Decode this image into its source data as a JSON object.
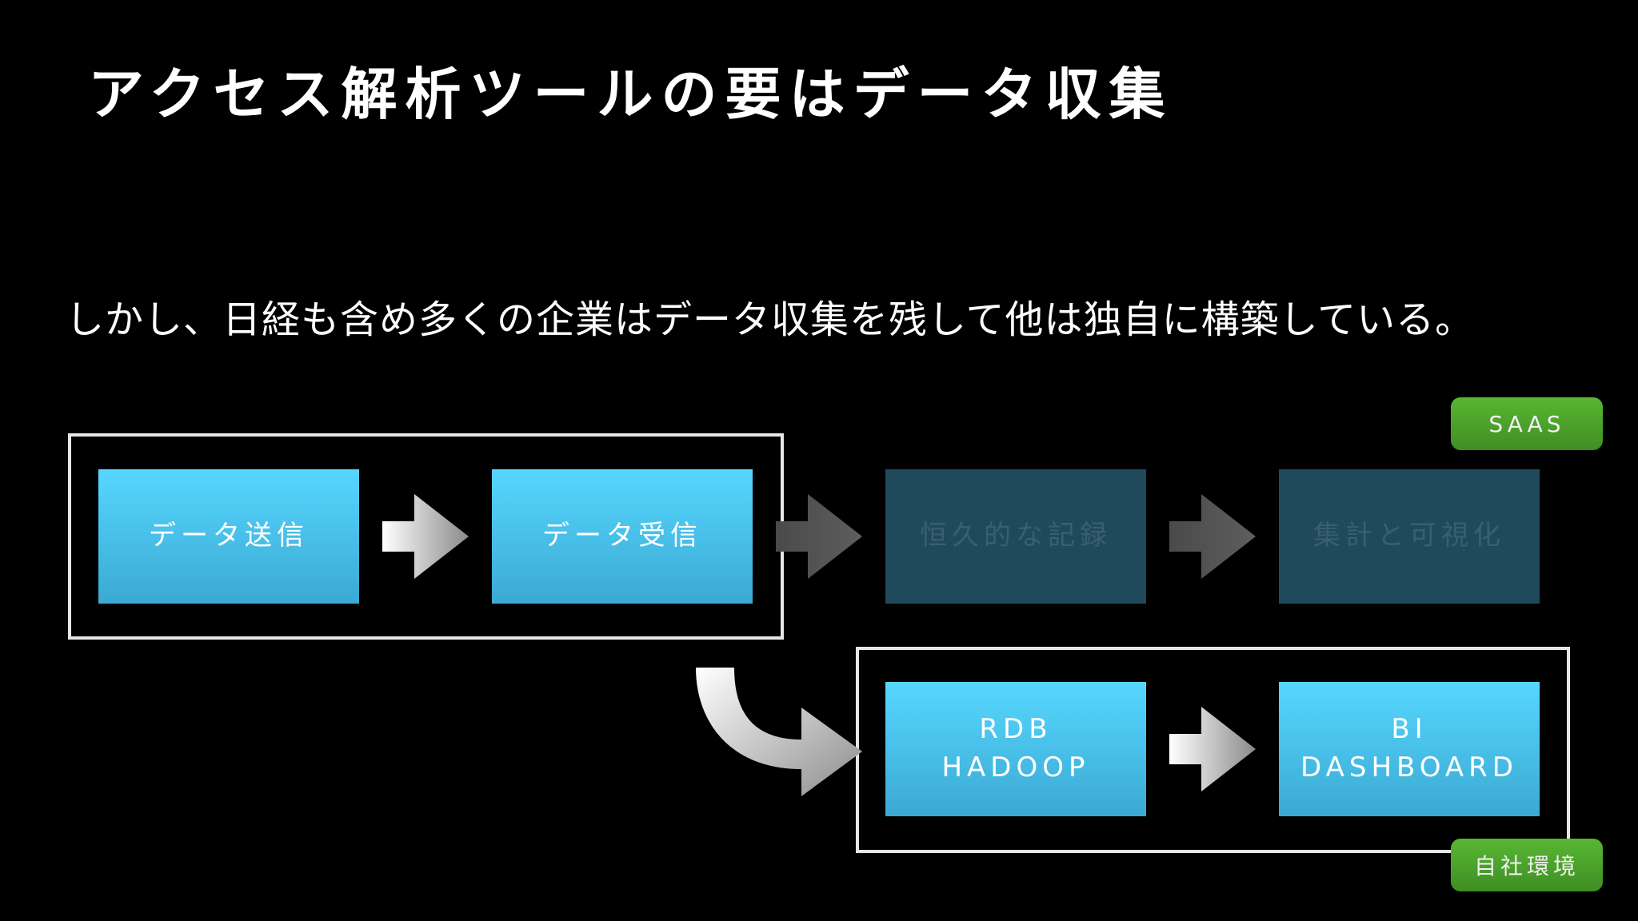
{
  "slide": {
    "title": "アクセス解析ツールの要はデータ収集",
    "subtitle": "しかし、日経も含め多くの企業はデータ収集を残して他は独自に構築している。"
  },
  "flow_top": [
    {
      "label": "データ送信",
      "active": true
    },
    {
      "label": "データ受信",
      "active": true
    },
    {
      "label": "恒久的な記録",
      "active": false
    },
    {
      "label": "集計と可視化",
      "active": false
    }
  ],
  "flow_bottom": [
    {
      "line1": "RDB",
      "line2": "HADOOP"
    },
    {
      "line1": "BI",
      "line2": "DASHBOARD"
    }
  ],
  "badges": {
    "saas": "SAAS",
    "in_house": "自社環境"
  },
  "colors": {
    "box_active": "#56d7ff",
    "box_inactive": "#1f4a5c",
    "badge": "#4fa62c",
    "background": "#000000"
  }
}
